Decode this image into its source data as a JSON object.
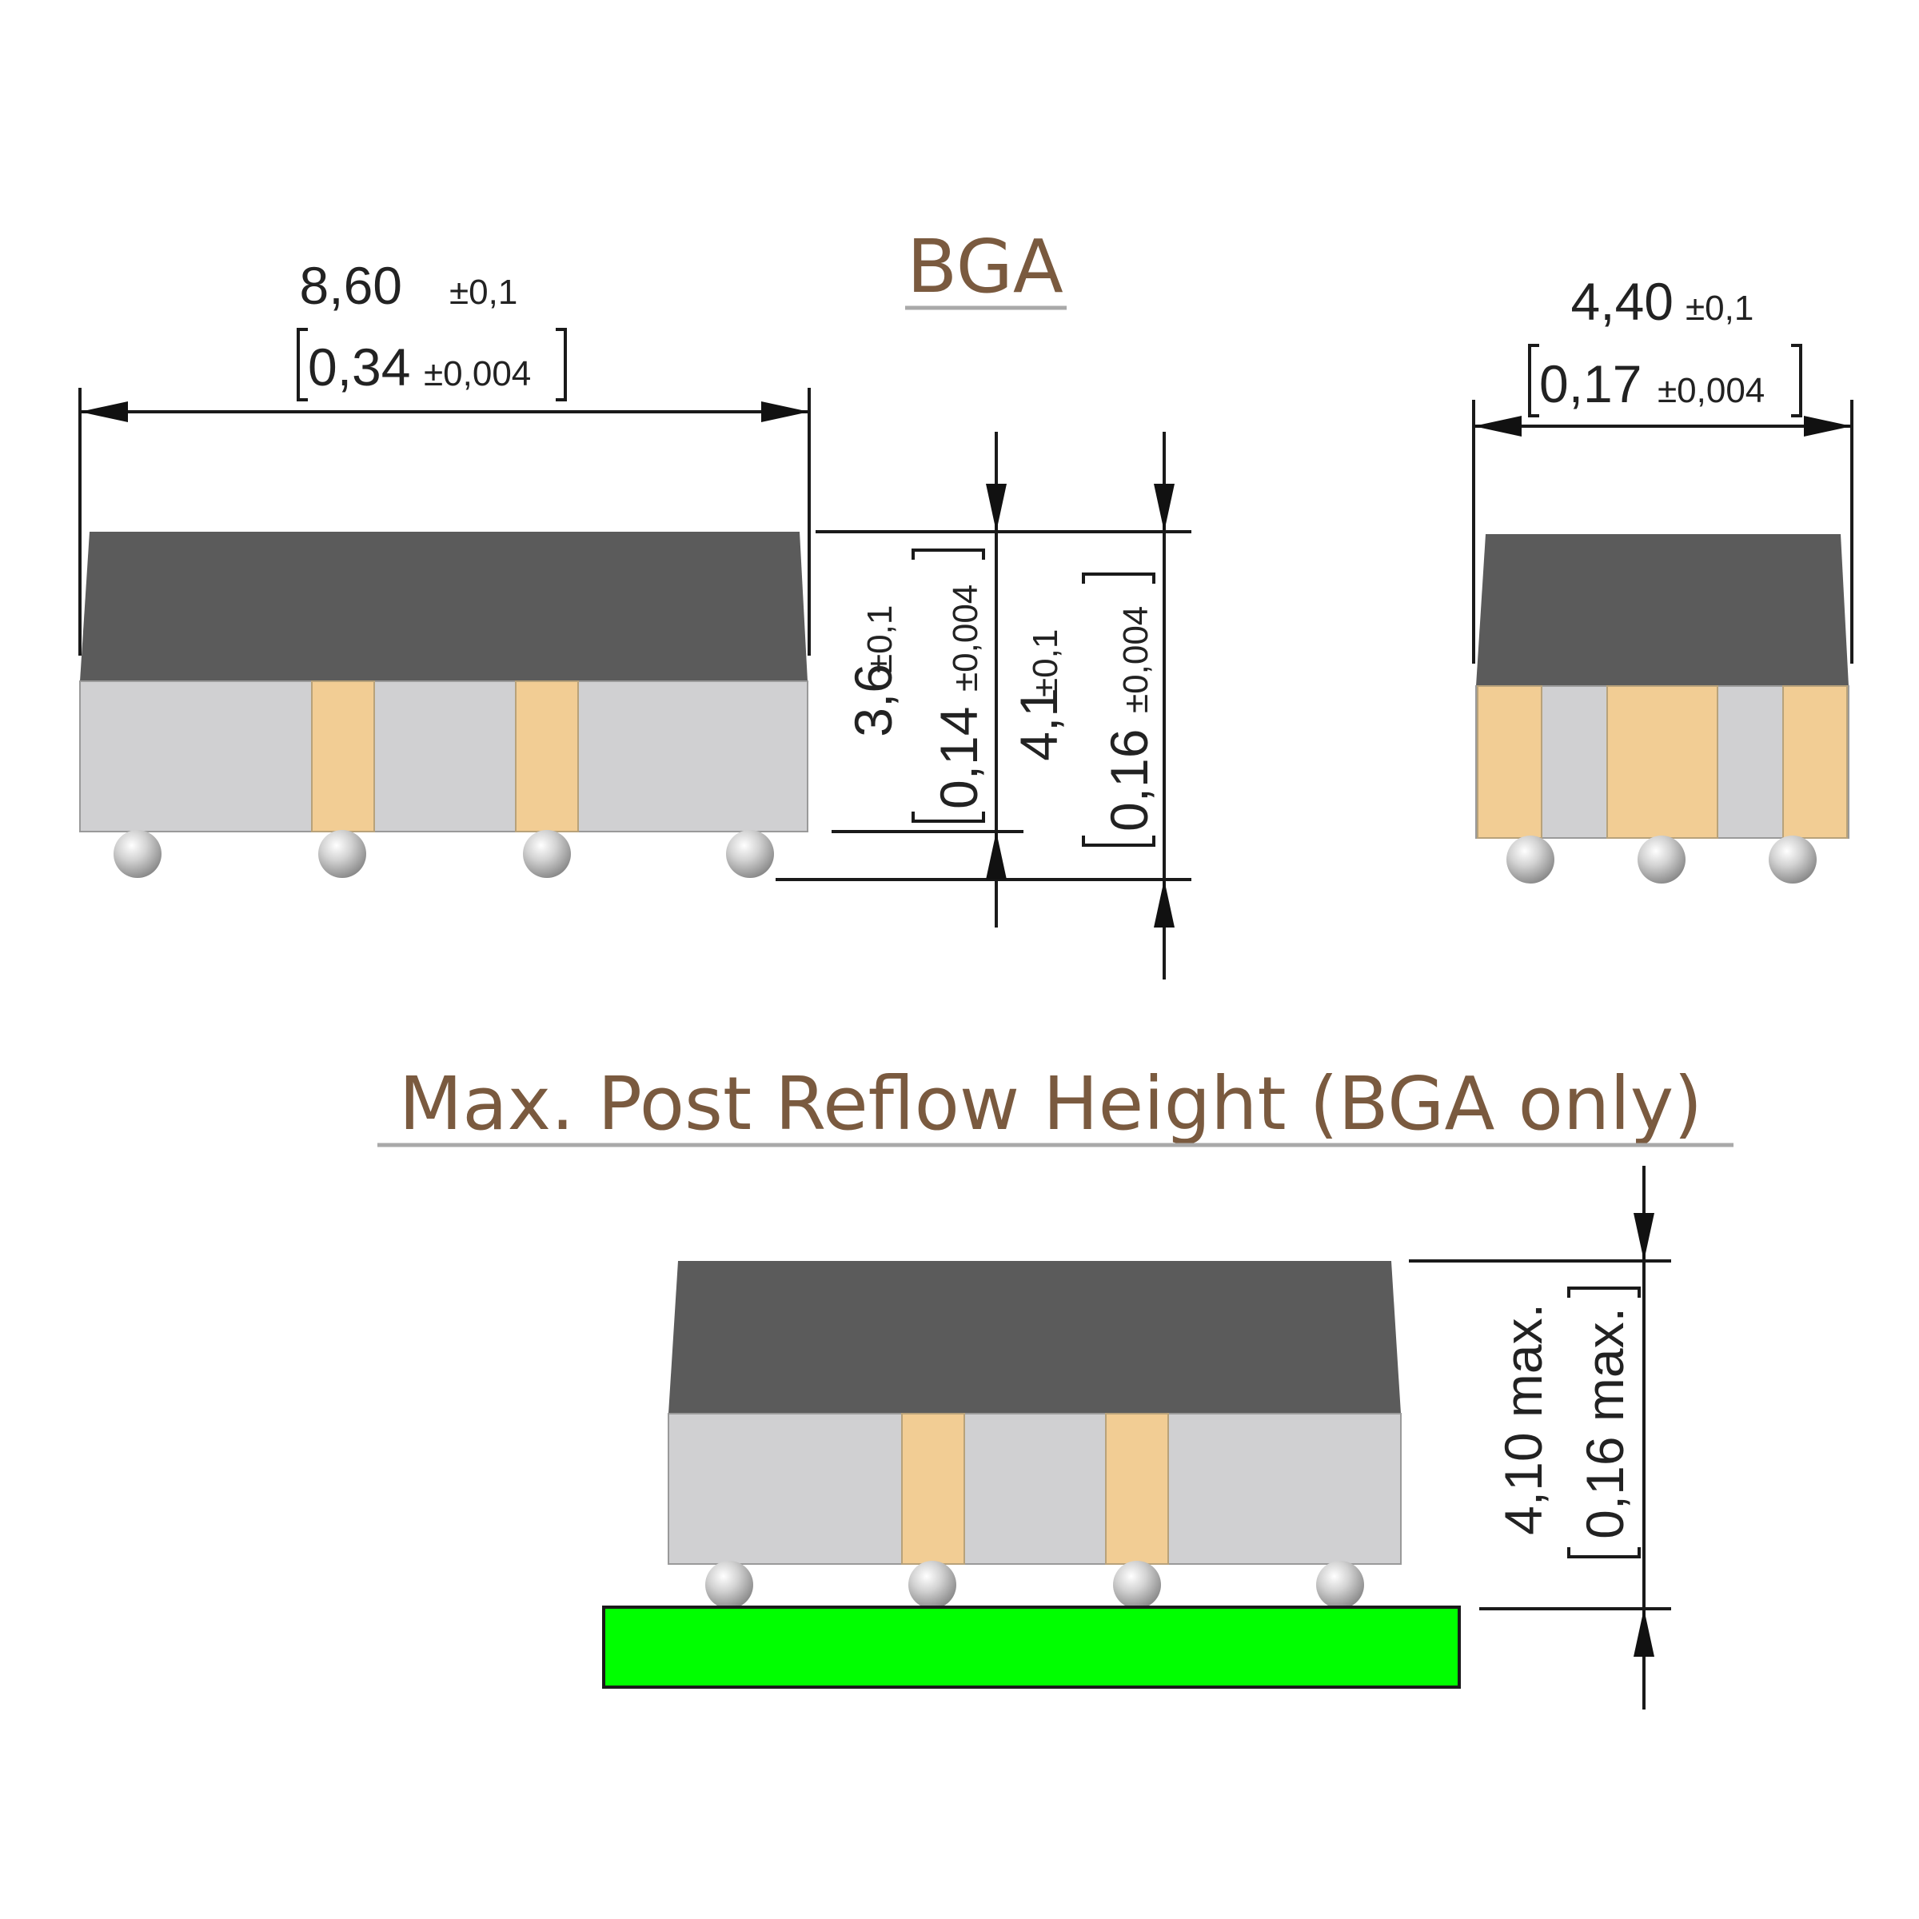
{
  "titles": {
    "bga": "BGA",
    "reflow": "Max. Post Reflow Height (BGA only)"
  },
  "dimensions": {
    "length": {
      "value": "8,60",
      "tol": "±0,1",
      "inch": "0,34",
      "inch_tol": "±0,004"
    },
    "width": {
      "value": "4,40",
      "tol": "±0,1",
      "inch": "0,17",
      "inch_tol": "±0,004"
    },
    "body_h": {
      "value": "3,6",
      "tol": "±0,1",
      "inch": "0,14",
      "inch_tol": "±0,004"
    },
    "total_h": {
      "value": "4,1",
      "tol": "±0,1",
      "inch": "0,16",
      "inch_tol": "±0,004"
    },
    "reflow_h": {
      "value": "4,10 max.",
      "inch": "0,16 max."
    }
  },
  "colors": {
    "top_body": "#5b5b5b",
    "base": "#d0d0d2",
    "pad": "#f2cd94",
    "ball": "#b8b8b8",
    "pcb": "#00ff00",
    "title": "#7a5a3f",
    "title_underline": "#a9a9a9"
  }
}
